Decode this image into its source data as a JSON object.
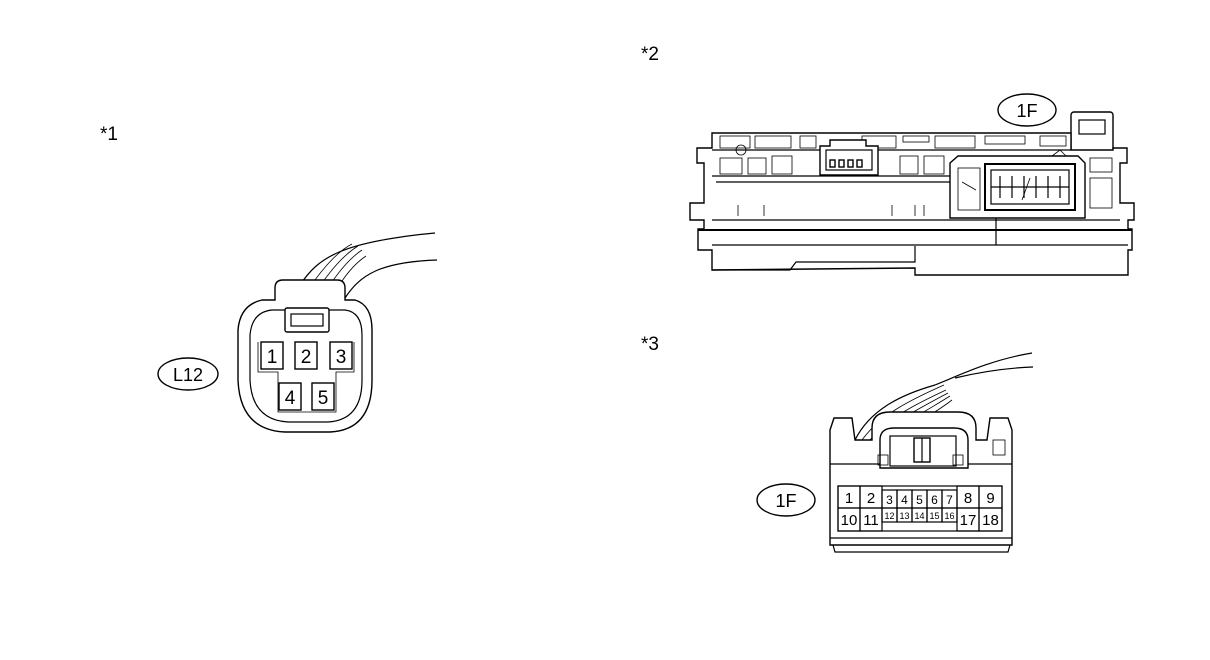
{
  "views": {
    "v1": {
      "marker": "*1",
      "connector_code": "L12",
      "pins": [
        "1",
        "2",
        "3",
        "4",
        "5"
      ]
    },
    "v2": {
      "marker": "*2",
      "connector_code": "1F"
    },
    "v3": {
      "marker": "*3",
      "connector_code": "1F",
      "pins_top_large": [
        "1",
        "2",
        "8",
        "9"
      ],
      "pins_top_small": [
        "3",
        "4",
        "5",
        "6",
        "7"
      ],
      "pins_bottom_large": [
        "10",
        "11",
        "17",
        "18"
      ],
      "pins_bottom_small": [
        "12",
        "13",
        "14",
        "15",
        "16"
      ]
    }
  }
}
